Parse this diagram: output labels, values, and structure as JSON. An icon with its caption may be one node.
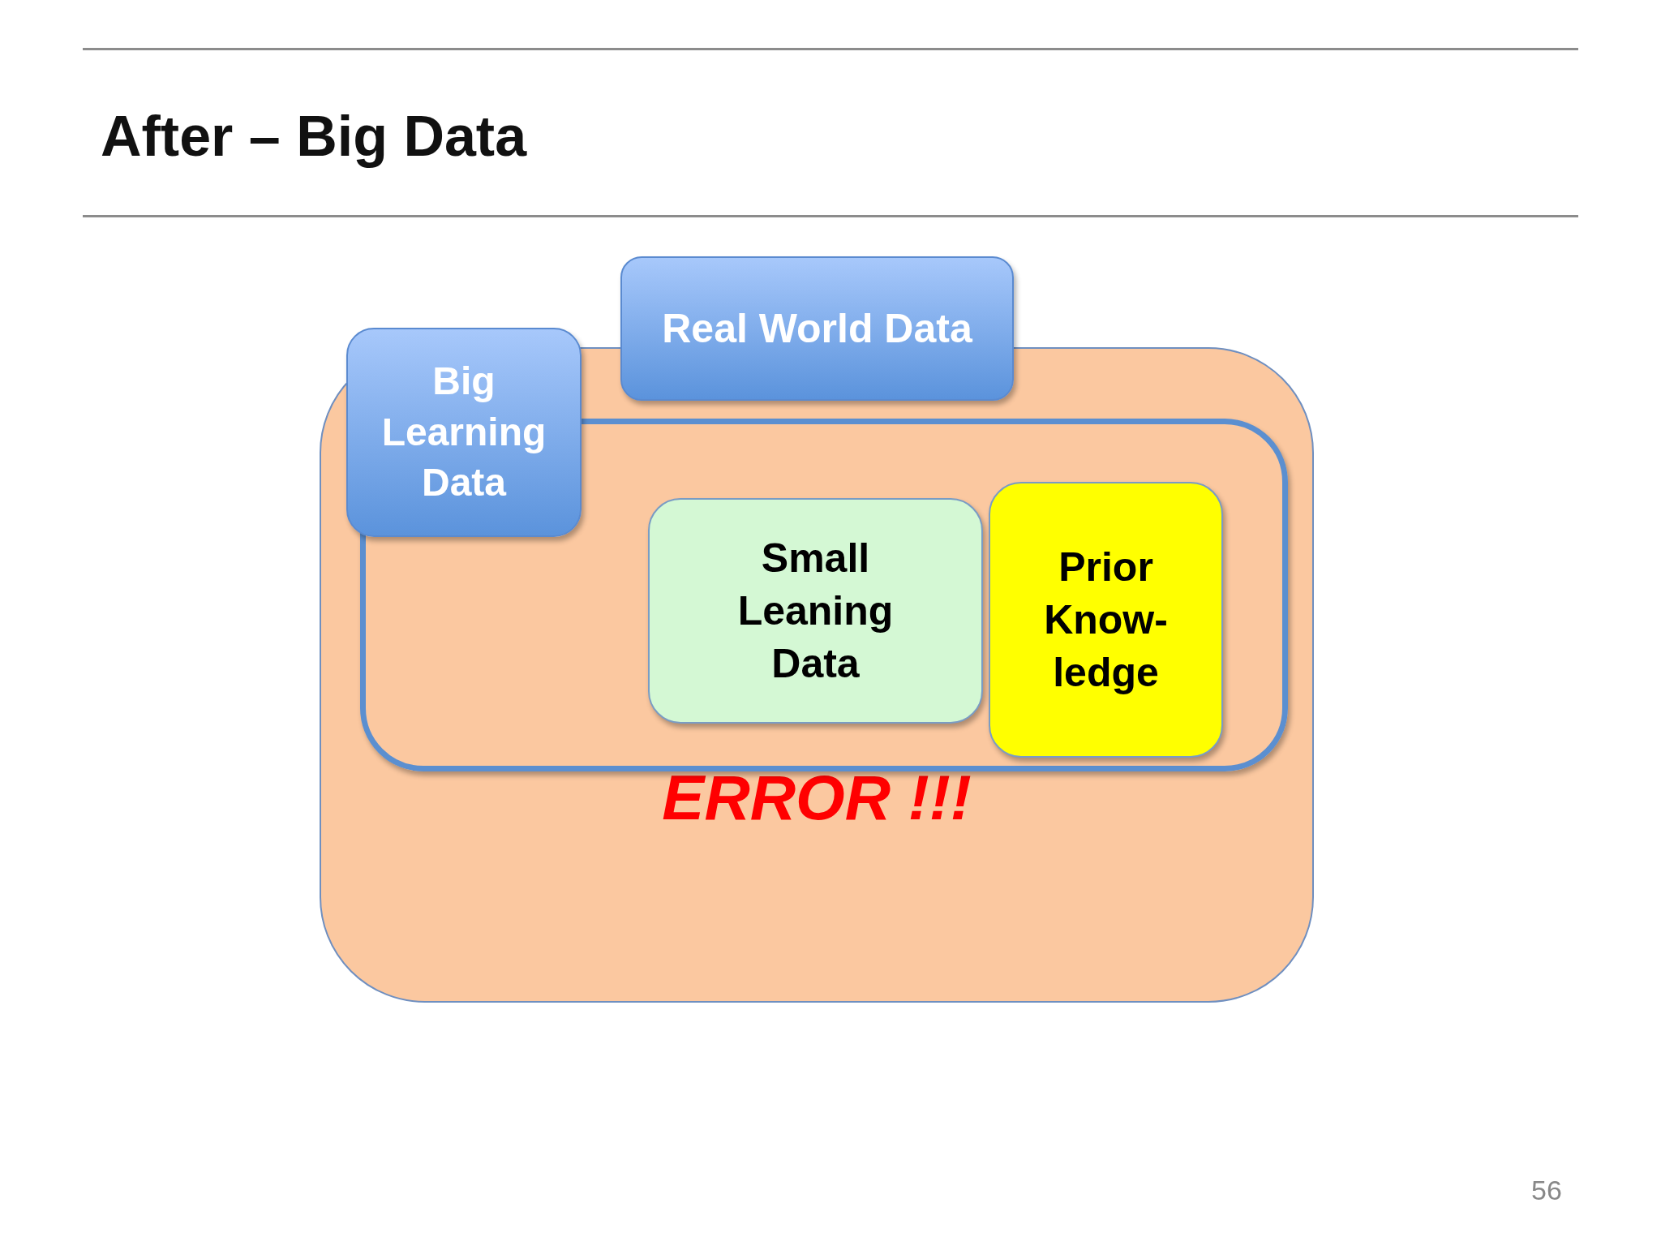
{
  "diagram": {
    "title": "After – Big Data",
    "nodes": [
      {
        "text": [
          "ERROR !!!"
        ]
      },
      {
        "text": [
          "Real World Data"
        ]
      },
      {
        "text": [
          "Big Learning Data"
        ]
      },
      {
        "text": [],
        "shape": "box",
        "in": 0
      },
      {
        "text": [
          "Small Leaning Data"
        ],
        "in": 3
      },
      {
        "text": [
          "Prior Know- ledge"
        ],
        "in": 3
      }
    ],
    "labels": [
      "56"
    ]
  }
}
